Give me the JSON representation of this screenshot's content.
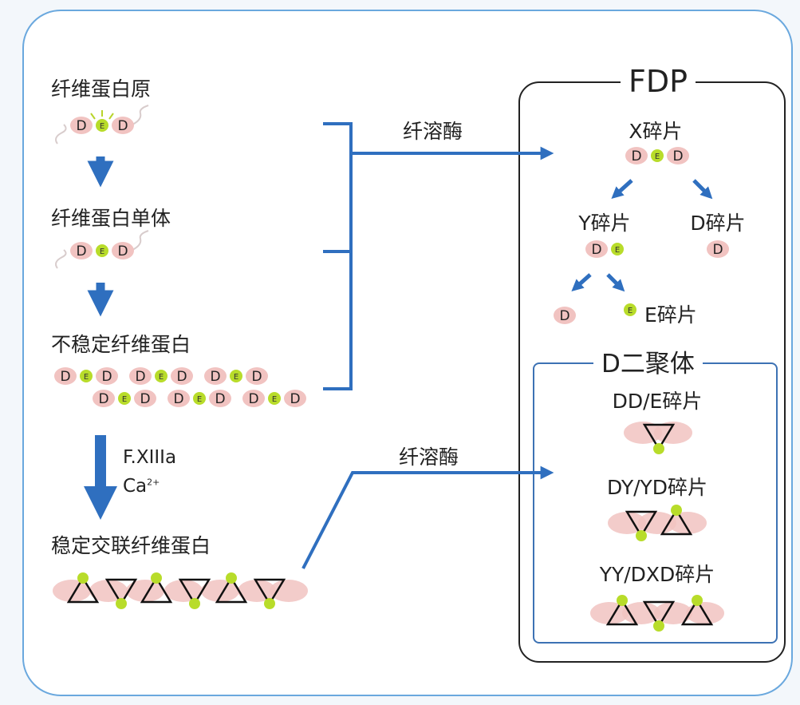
{
  "left": {
    "fibrinogen": "纤维蛋白原",
    "monomer": "纤维蛋白单体",
    "unstable": "不稳定纤维蛋白",
    "factor": "F.XIIIa",
    "calcium": "Ca",
    "calcium_sup": "2+",
    "stable": "稳定交联纤维蛋白"
  },
  "arrows": {
    "plasmin_top": "纤溶酶",
    "plasmin_bottom": "纤溶酶"
  },
  "fdp": {
    "title": "FDP",
    "x_fragment": "X碎片",
    "y_fragment": "Y碎片",
    "d_fragment": "D碎片",
    "e_fragment": "E碎片"
  },
  "dimer": {
    "title": "D二聚体",
    "dd_e": "DD/E碎片",
    "dy_yd": "DY/YD碎片",
    "yy_dxd": "YY/DXD碎片"
  },
  "domain_letters": {
    "d": "D",
    "e": "E"
  },
  "colors": {
    "frame": "#6aa8de",
    "arrow": "#2f6fbf",
    "dimer_border": "#3d72b4",
    "d_domain": "#f1c3c1",
    "e_domain": "#b8dc2a"
  }
}
